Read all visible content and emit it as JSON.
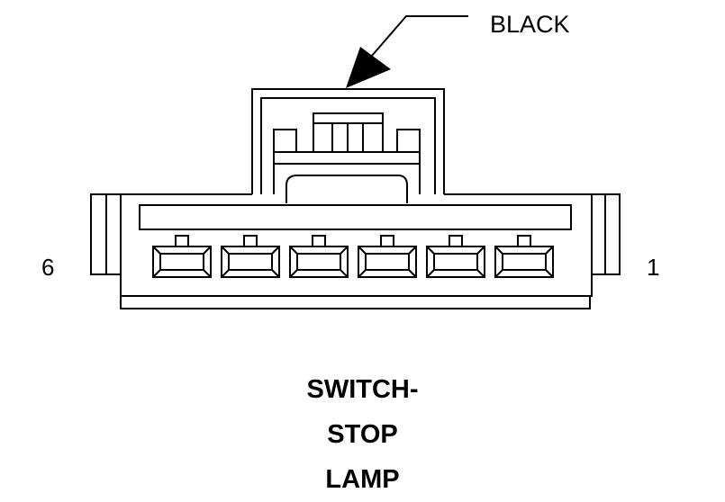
{
  "connector": {
    "color_label": "BLACK",
    "pin_left": "6",
    "pin_right": "1",
    "name_lines": [
      "SWITCH-",
      "STOP",
      "LAMP"
    ],
    "cavity_count": 6
  }
}
